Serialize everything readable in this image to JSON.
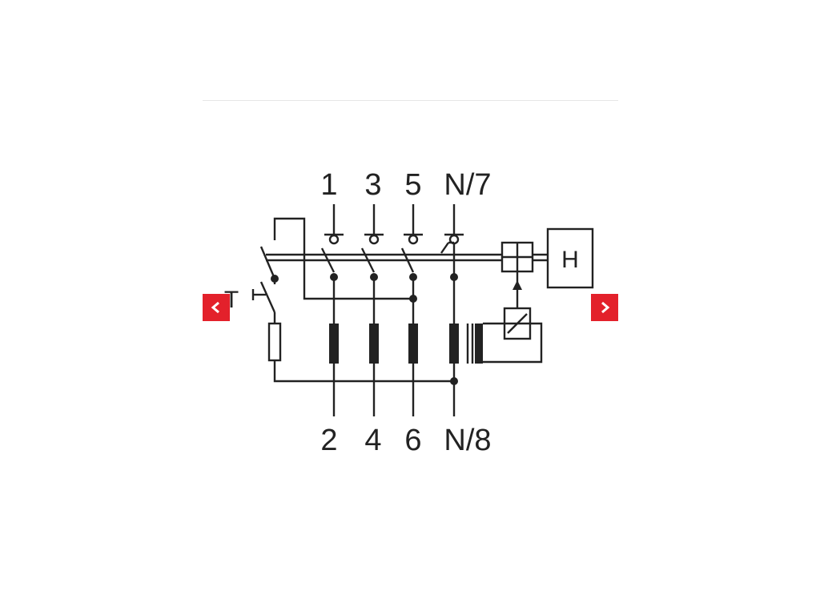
{
  "colors": {
    "accent": "#e3212b",
    "ink": "#222222",
    "divider": "#e6e6e6"
  },
  "nav": {
    "prev_icon": "chevron-left-icon",
    "next_icon": "chevron-right-icon"
  },
  "diagram": {
    "top_terminals": [
      "1",
      "3",
      "5",
      "N/7"
    ],
    "bottom_terminals": [
      "2",
      "4",
      "6",
      "N/8"
    ],
    "test_button_label": "T",
    "box_label": "H"
  }
}
